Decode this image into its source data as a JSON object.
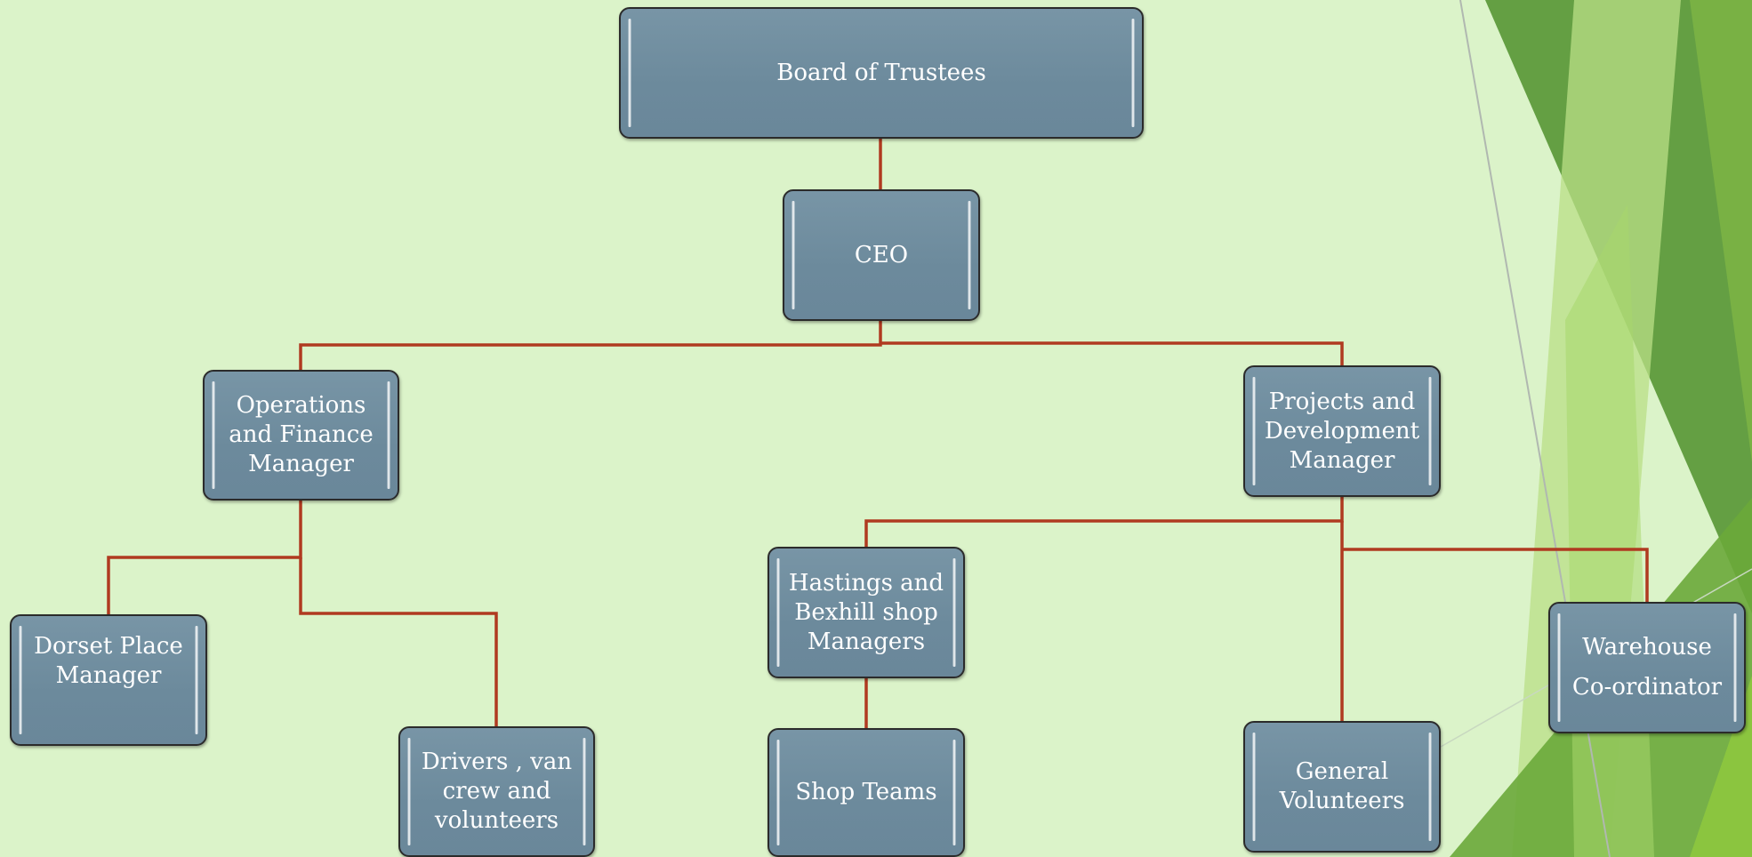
{
  "theme": {
    "background": "#dbf3c9",
    "box_fill": "#6e8c9e",
    "box_border": "#2b2b2b",
    "text_color": "#ffffff",
    "connector_color": "#b03a20",
    "accent_greens": [
      "#5e9a3c",
      "#79b244",
      "#9fcf5f",
      "#b9df86"
    ]
  },
  "org_chart": {
    "nodes": {
      "board": "Board of Trustees",
      "ceo": "CEO",
      "ops": "Operations\nand Finance\nManager",
      "projects": "Projects and\nDevelopment\nManager",
      "dorset": "Dorset Place\nManager",
      "drivers": "Drivers , van\ncrew and\nvolunteers",
      "hastings": "Hastings and\nBexhill shop\nManagers",
      "shop_teams": "Shop Teams",
      "general": "General\nVolunteers",
      "warehouse": "Warehouse\nCo-ordinator"
    },
    "reports_to": {
      "ceo": "board",
      "ops": "ceo",
      "projects": "ceo",
      "dorset": "ops",
      "drivers": "ops",
      "hastings": "projects",
      "general": "projects",
      "warehouse": "projects",
      "shop_teams": "hastings"
    }
  }
}
